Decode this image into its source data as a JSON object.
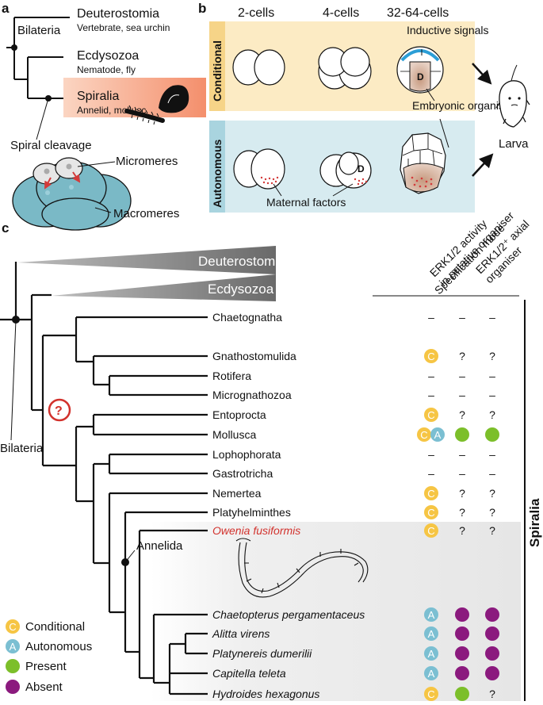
{
  "panel_labels": {
    "a": "a",
    "b": "b",
    "c": "c"
  },
  "panel_a": {
    "bilateria": "Bilateria",
    "deuterostomia": "Deuterostomia",
    "deuterostomia_sub": "Vertebrate, sea urchin",
    "ecdysozoa": "Ecdysozoa",
    "ecdysozoa_sub": "Nematode, fly",
    "spiralia": "Spiralia",
    "spiralia_sub": "Annelid, mollusc",
    "spiral_cleavage": "Spiral cleavage",
    "micromeres": "Micromeres",
    "macromeres": "Macromeres",
    "colors": {
      "spiralia_band": "#f4a080",
      "cells": "#7ab9c6",
      "micromere": "#e6e6e6"
    }
  },
  "panel_b": {
    "stages": [
      "2-cells",
      "4-cells",
      "32-64-cells"
    ],
    "conditional": "Conditional",
    "autonomous": "Autonomous",
    "inductive_signals": "Inductive signals",
    "embryonic_organiser": "Embryonic organiser",
    "maternal_factors": "Maternal factors",
    "d_label": "D",
    "larva": "Larva",
    "colors": {
      "conditional_bg": "#fcebc4",
      "conditional_strip": "#f6d488",
      "autonomous_bg": "#d7ebf0",
      "autonomous_strip": "#a9d4df",
      "signal": "#2c9ed6",
      "maternal": "#d33a3a"
    }
  },
  "panel_c": {
    "headers": [
      "Specification mode",
      "ERK1/2 activity in putative organiser",
      "ERK1/2⁺ axial organiser"
    ],
    "deuterostomia": "Deuterostomia",
    "ecdysozoa": "Ecdysozoa",
    "bilateria": "Bilateria",
    "annelida": "Annelida",
    "question_node": "?",
    "spiralia": "Spiralia",
    "taxa": [
      {
        "name": "Chaetognatha",
        "italic": false,
        "red": false,
        "mode": "–",
        "erk": "–",
        "axial": "–"
      },
      {
        "name": "Gnathostomulida",
        "italic": false,
        "red": false,
        "mode": "C",
        "erk": "?",
        "axial": "?"
      },
      {
        "name": "Rotifera",
        "italic": false,
        "red": false,
        "mode": "–",
        "erk": "–",
        "axial": "–"
      },
      {
        "name": "Micrognathozoa",
        "italic": false,
        "red": false,
        "mode": "–",
        "erk": "–",
        "axial": "–"
      },
      {
        "name": "Entoprocta",
        "italic": false,
        "red": false,
        "mode": "C",
        "erk": "?",
        "axial": "?"
      },
      {
        "name": "Mollusca",
        "italic": false,
        "red": false,
        "mode": "CA",
        "erk": "present",
        "axial": "present"
      },
      {
        "name": "Lophophorata",
        "italic": false,
        "red": false,
        "mode": "–",
        "erk": "–",
        "axial": "–"
      },
      {
        "name": "Gastrotricha",
        "italic": false,
        "red": false,
        "mode": "–",
        "erk": "–",
        "axial": "–"
      },
      {
        "name": "Nemertea",
        "italic": false,
        "red": false,
        "mode": "C",
        "erk": "?",
        "axial": "?"
      },
      {
        "name": "Platyhelminthes",
        "italic": false,
        "red": false,
        "mode": "C",
        "erk": "?",
        "axial": "?"
      },
      {
        "name": "Owenia fusiformis",
        "italic": true,
        "red": true,
        "mode": "C",
        "erk": "?",
        "axial": "?"
      },
      {
        "name": "Chaetopterus pergamentaceus",
        "italic": true,
        "red": false,
        "mode": "A",
        "erk": "absent",
        "axial": "absent"
      },
      {
        "name": "Alitta virens",
        "italic": true,
        "red": false,
        "mode": "A",
        "erk": "absent",
        "axial": "absent"
      },
      {
        "name": "Platynereis dumerilii",
        "italic": true,
        "red": false,
        "mode": "A",
        "erk": "absent",
        "axial": "absent"
      },
      {
        "name": "Capitella teleta",
        "italic": true,
        "red": false,
        "mode": "A",
        "erk": "absent",
        "axial": "absent"
      },
      {
        "name": "Hydroides hexagonus",
        "italic": true,
        "red": false,
        "mode": "C",
        "erk": "present",
        "axial": "?"
      }
    ],
    "legend": [
      {
        "symbol": "C",
        "label": "Conditional"
      },
      {
        "symbol": "A",
        "label": "Autonomous"
      },
      {
        "symbol": "present",
        "label": "Present"
      },
      {
        "symbol": "absent",
        "label": "Absent"
      }
    ],
    "colors": {
      "conditional": "#f6c544",
      "autonomous": "#7bbfd2",
      "present": "#7cbf2a",
      "absent": "#8b1a7e",
      "owenia": "#d2322d",
      "wedge": "#6e6e6e",
      "annelid_bg": "#ececec"
    }
  }
}
